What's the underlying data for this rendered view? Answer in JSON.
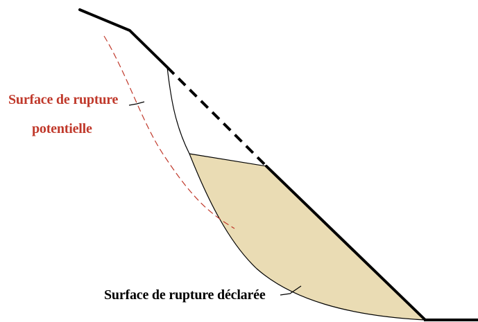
{
  "diagram": {
    "labels": {
      "potential_line1": "Surface de rupture",
      "potential_line2": "potentielle",
      "declared": "Surface de rupture déclarée"
    },
    "colors": {
      "background": "#ffffff",
      "slope_line": "#000000",
      "potential_surface": "#c0392b",
      "potential_label": "#c0392b",
      "declared_label": "#000000",
      "slid_mass_fill": "#eadcb4"
    }
  }
}
